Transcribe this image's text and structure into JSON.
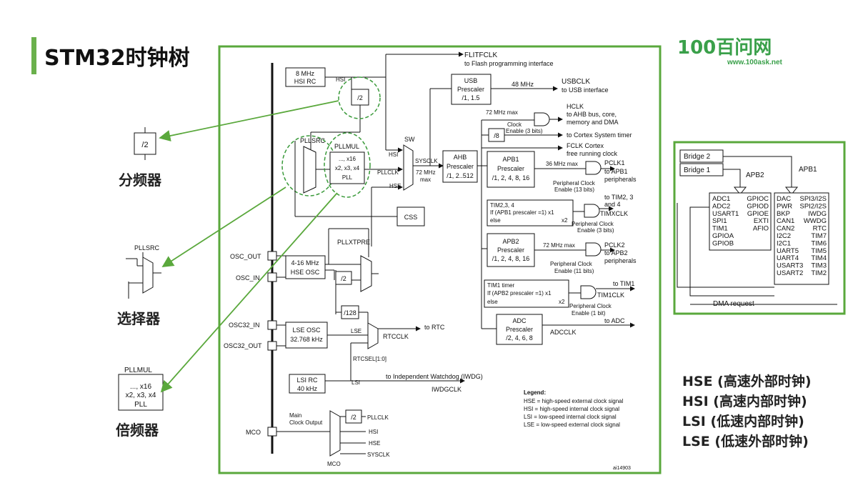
{
  "slide": {
    "title": "STM32时钟树",
    "logo": {
      "text": "100百问网",
      "url": "www.100ask.net"
    },
    "accent_color": "#6ab04c",
    "frame_color": "#5aa83c"
  },
  "side_examples": {
    "divider": {
      "box_text": "/2",
      "label": "分频器"
    },
    "selector": {
      "box_text": "PLLSRC",
      "label": "选择器"
    },
    "multiplier": {
      "box_title": "PLLMUL",
      "box_line1": "..., x16",
      "box_line2": "x2, x3, x4",
      "box_line3": "PLL",
      "label": "倍频器"
    }
  },
  "legend_cn": [
    "HSE (高速外部时钟)",
    "HSI (高速内部时钟)",
    "LSI (低速内部时钟)",
    "LSE (低速外部时钟)"
  ],
  "diagram": {
    "hsi_rc": [
      "8 MHz",
      "HSI RC"
    ],
    "hsi_lbl": "HSI",
    "div2": "/2",
    "flitfclk": [
      "FLITFCLK",
      "to Flash programming interface"
    ],
    "usb": [
      "USB",
      "Prescaler",
      "/1, 1.5"
    ],
    "usb_freq": "48 MHz",
    "usbclk": [
      "USBCLK",
      "to USB interface"
    ],
    "hclk": [
      "HCLK",
      "to AHB bus, core,",
      "memory and DMA"
    ],
    "max72": "72 MHz max",
    "clock_enable": [
      "Clock",
      "Enable (3 bits)"
    ],
    "div8": "/8",
    "cortex_timer": "to Cortex System timer",
    "fclk": [
      "FCLK Cortex",
      "free running clock"
    ],
    "pllsrc": "PLLSRC",
    "pllmul": [
      "PLLMUL",
      "..., x16",
      "x2, x3, x4",
      "PLL"
    ],
    "sw": "SW",
    "sysclk": "SYSCLK",
    "sys_hsi": "HSI",
    "sys_pllclk": "PLLCLK",
    "sys_hse": "HSE",
    "sys_max": [
      "72 MHz",
      "max"
    ],
    "ahb": [
      "AHB",
      "Prescaler",
      "/1, 2..512"
    ],
    "apb1": [
      "APB1",
      "Prescaler",
      "/1, 2, 4, 8, 16"
    ],
    "apb1_max": "36 MHz max",
    "pclk1": [
      "PCLK1",
      "to APB1",
      "peripherals"
    ],
    "pce13": [
      "Peripheral Clock",
      "Enable (13 bits)"
    ],
    "tim234": [
      "TIM2,3, 4",
      "If (APB1 prescaler =1) x1",
      "else",
      "x2"
    ],
    "to_tim234": [
      "to TIM2, 3",
      "and 4"
    ],
    "timxclk": "TIMXCLK",
    "pce3": [
      "Peripheral Clock",
      "Enable (3 bits)"
    ],
    "css": "CSS",
    "apb2": [
      "APB2",
      "Prescaler",
      "/1, 2, 4, 8, 16"
    ],
    "apb2_max": "72 MHz max",
    "pclk2": [
      "PCLK2",
      "to APB2",
      "peripherals"
    ],
    "pce11": [
      "Peripheral Clock",
      "Enable (11 bits)"
    ],
    "pllxtpre": "PLLXTPRE",
    "osc_out": "OSC_OUT",
    "osc_in": "OSC_IN",
    "hse_osc": [
      "4-16 MHz",
      "HSE OSC"
    ],
    "tim1": [
      "TIM1 timer",
      "If (APB2 prescaler =1) x1",
      "else",
      "x2"
    ],
    "to_tim1": "to TIM1",
    "tim1clk": "TIM1CLK",
    "pce1": [
      "Peripheral Clock",
      "Enable (1 bit)"
    ],
    "div128": "/128",
    "osc32_in": "OSC32_IN",
    "osc32_out": "OSC32_OUT",
    "lse_osc": [
      "LSE OSC",
      "32.768 kHz"
    ],
    "lse_lbl": "LSE",
    "to_rtc": "to RTC",
    "rtcclk": "RTCCLK",
    "rtcsel": "RTCSEL[1:0]",
    "adc": [
      "ADC",
      "Prescaler",
      "/2, 4, 6, 8"
    ],
    "to_adc": "to ADC",
    "adcclk": "ADCCLK",
    "lsi_rc": [
      "LSI RC",
      "40 kHz"
    ],
    "lsi_lbl": "LSI",
    "to_iwdg": "to Independent Watchdog (IWDG)",
    "iwdgclk": "IWDGCLK",
    "mco_src": [
      "Main",
      "Clock Output"
    ],
    "mco": "MCO",
    "mco_pllclk": "PLLCLK",
    "mco_hsi": "HSI",
    "mco_hse": "HSE",
    "mco_sysclk": "SYSCLK",
    "legend_title": "Legend:",
    "legend_lines": [
      "HSE = high-speed external clock signal",
      "HSI = high-speed internal clock signal",
      "LSI = low-speed internal clock signal",
      "LSE = low-speed external clock signal"
    ],
    "fig_id": "ai14903"
  },
  "bus": {
    "bridge2": "Bridge 2",
    "bridge1": "Bridge 1",
    "apb2": "APB2",
    "apb1": "APB1",
    "apb2_left": [
      "ADC1",
      "ADC2",
      "USART1",
      "SPI1",
      "TIM1",
      "GPIOA",
      "GPIOB"
    ],
    "apb2_right": [
      "GPIOC",
      "GPIOD",
      "GPIOE",
      "EXTI",
      "AFIO"
    ],
    "apb1_left": [
      "DAC",
      "PWR",
      "BKP",
      "CAN1",
      "CAN2",
      "I2C2",
      "I2C1",
      "UART5",
      "UART4",
      "USART3",
      "USART2"
    ],
    "apb1_right": [
      "SPI3/I2S",
      "SPI2/I2S",
      "IWDG",
      "WWDG",
      "RTC",
      "TIM7",
      "TIM6",
      "TIM5",
      "TIM4",
      "TIM3",
      "TIM2"
    ],
    "dma": "DMA request"
  }
}
